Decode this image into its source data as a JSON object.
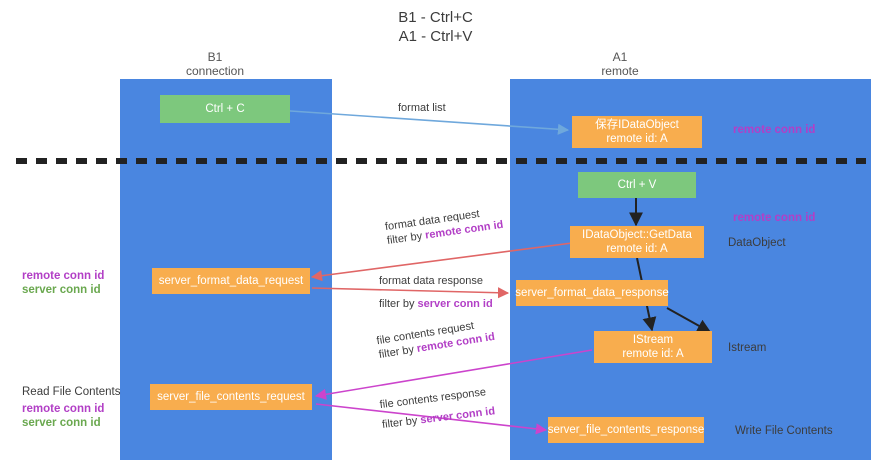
{
  "title": {
    "line1": "B1 - Ctrl+C",
    "line2": "A1 - Ctrl+V"
  },
  "columns": [
    {
      "name": "B1",
      "role": "connection"
    },
    {
      "name": "A1",
      "role": "remote"
    }
  ],
  "colors": {
    "lane": "#4a86e0",
    "node_green": "#7dc87d",
    "node_orange": "#f8ad4e",
    "purple": "#b23fc6",
    "green_text": "#6aa84f",
    "divider": "#222222",
    "arrow_blue": "#6fa8dc",
    "arrow_red": "#e06666",
    "arrow_magenta": "#cc44cc",
    "arrow_black": "#222222",
    "background": "#ffffff"
  },
  "nodes": {
    "ctrl_c": {
      "label": "Ctrl + C"
    },
    "save_idataobject": {
      "line1": "保存IDataObject",
      "line2": "remote id: A"
    },
    "ctrl_v": {
      "label": "Ctrl + V"
    },
    "getdata": {
      "line1": "IDataObject::GetData",
      "line2": "remote id: A"
    },
    "server_format_data_request": {
      "label": "server_format_data_request"
    },
    "server_format_data_response": {
      "label": "server_format_data_response"
    },
    "istream": {
      "line1": "IStream",
      "line2": "remote id: A"
    },
    "server_file_contents_request": {
      "label": "server_file_contents_request"
    },
    "server_file_contents_response": {
      "label": "server_file_contents_response"
    }
  },
  "edges": {
    "format_list": {
      "label": "format list"
    },
    "format_data_request": {
      "label": "format data request",
      "filter_prefix": "filter by ",
      "filter_key": "remote conn id"
    },
    "format_data_response": {
      "label": "format data response",
      "filter_prefix": "filter by ",
      "filter_key": "server conn id"
    },
    "file_contents_request": {
      "label": "file contents request",
      "filter_prefix": "filter by ",
      "filter_key": "remote conn id"
    },
    "file_contents_response": {
      "label": "file contents response",
      "filter_prefix": "filter by ",
      "filter_key": "server conn id"
    }
  },
  "annotations": {
    "right_remote_conn_id_top": "remote conn id",
    "right_remote_conn_id_mid": "remote conn id",
    "right_dataobject": "DataObject",
    "right_istream": "Istream",
    "right_write_file_contents": "Write File Contents",
    "left_remote_conn_id": "remote conn id",
    "left_server_conn_id": "server conn id",
    "left_read_file_contents": "Read File Contents",
    "left_bottom_remote_conn_id": "remote conn id",
    "left_bottom_server_conn_id": "server conn id"
  }
}
